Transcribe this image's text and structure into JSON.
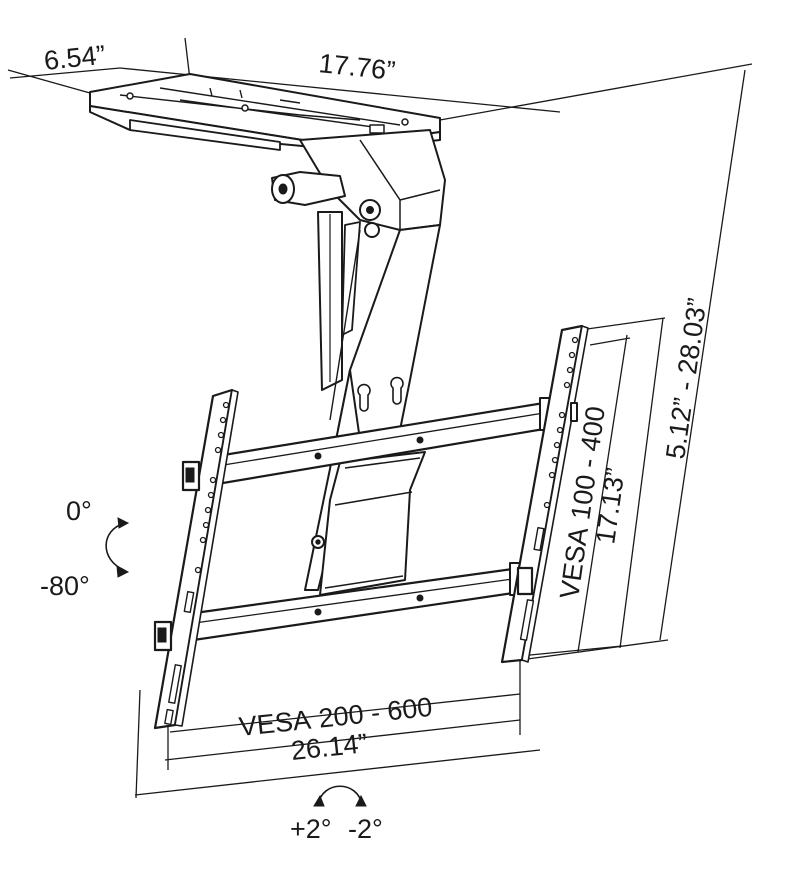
{
  "diagram": {
    "labels": {
      "plate_depth": "6.54”",
      "plate_width": "17.76”",
      "height_range": "5.12” - 28.03”",
      "vesa_vertical_name": "VESA",
      "vesa_vertical_range": "100 - 400",
      "vesa_vertical_size": "17.13”",
      "vesa_horizontal_name": "VESA",
      "vesa_horizontal_range": "200 - 600",
      "vesa_horizontal_size": "26.14”",
      "tilt_top": "0°",
      "tilt_bottom": "-80°",
      "swivel_left": "+2°",
      "swivel_right": "-2°"
    },
    "colors": {
      "ink": "#1a1a1a",
      "background": "#ffffff"
    },
    "icons": [
      "tilt-arrow-icon",
      "swivel-arrow-icon"
    ]
  }
}
